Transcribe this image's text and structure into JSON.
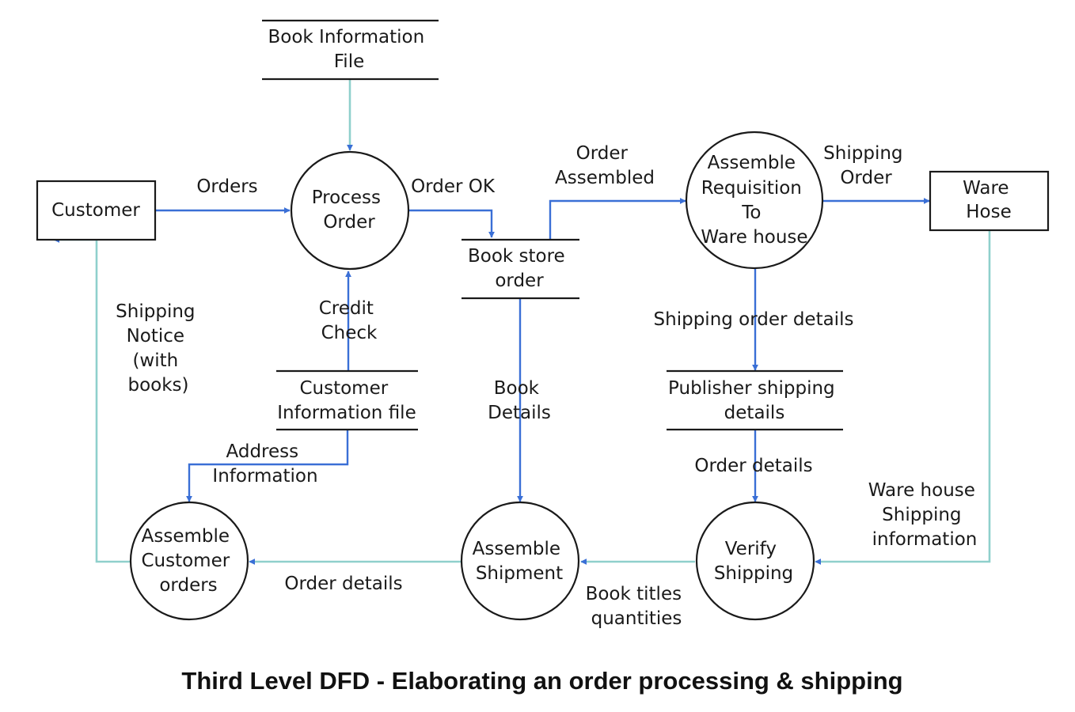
{
  "caption": "Third Level DFD - Elaborating an order processing & shipping",
  "colors": {
    "flow_blue": "#3a6fd6",
    "flow_teal": "#8fd0cc",
    "arrowhead": "#3a6fd6",
    "outline": "#1a1a1a"
  },
  "entities": {
    "customer": [
      "Customer"
    ],
    "ware_hose": [
      "Ware",
      "Hose"
    ]
  },
  "processes": {
    "process_order": [
      "Process",
      "Order"
    ],
    "assemble_requisition": [
      "Assemble",
      "Requisition",
      "To",
      "Ware house"
    ],
    "assemble_customer_orders": [
      "Assemble",
      "Customer",
      "orders"
    ],
    "assemble_shipment": [
      "Assemble",
      "Shipment"
    ],
    "verify_shipping": [
      "Verify",
      "Shipping"
    ]
  },
  "data_stores": {
    "book_information_file": [
      "Book Information",
      "File"
    ],
    "book_store_order": [
      "Book store",
      "order"
    ],
    "customer_information_file": [
      "Customer",
      "Information file"
    ],
    "publisher_shipping_details": [
      "Publisher shipping",
      "details"
    ]
  },
  "flows": {
    "orders": [
      "Orders"
    ],
    "order_ok": [
      "Order OK"
    ],
    "order_assembled": [
      "Order",
      "Assembled"
    ],
    "shipping_order": [
      "Shipping",
      "Order"
    ],
    "shipping_notice": [
      "Shipping",
      "Notice",
      "(with",
      "books)"
    ],
    "credit_check": [
      "Credit",
      "Check"
    ],
    "address_information": [
      "Address",
      "Information"
    ],
    "book_details": [
      "Book",
      "Details"
    ],
    "shipping_order_details": [
      "Shipping order details"
    ],
    "order_details_to_verify": [
      "Order details"
    ],
    "warehouse_shipping_information": [
      "Ware house",
      "Shipping",
      "information"
    ],
    "book_titles_quantities": [
      "Book titles",
      "quantities"
    ],
    "order_details_to_customer": [
      "Order details"
    ]
  }
}
